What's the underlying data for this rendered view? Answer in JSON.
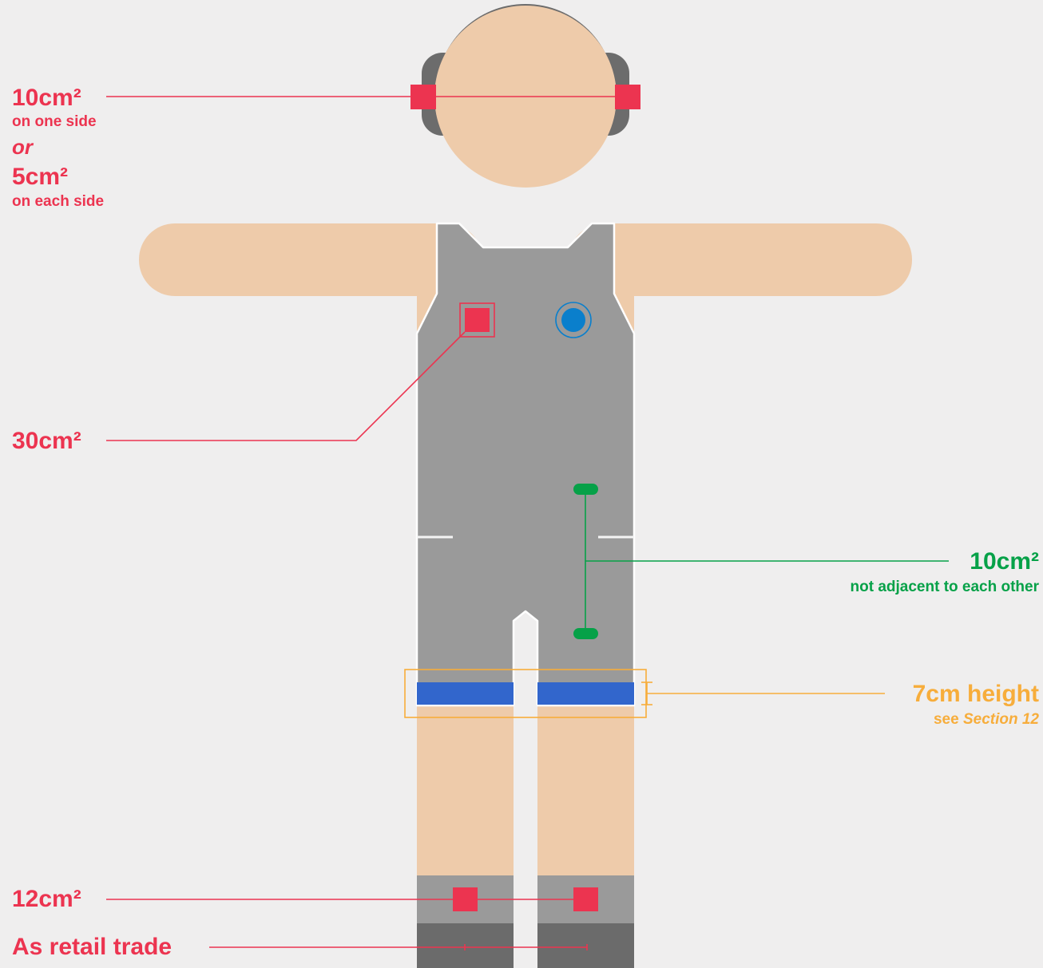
{
  "colors": {
    "background": "#efeeee",
    "skin": "#eecbaa",
    "singlet": "#9a9a9a",
    "headgear": "#6c6c6c",
    "sock_band": "#6b6b6b",
    "red": "#ec3450",
    "green": "#06a148",
    "orange": "#f7ad3b",
    "blue_badge": "#0a7fcc",
    "blue_band": "#3266cc"
  },
  "headgear": {
    "size": "10cm²",
    "note1": "on one side",
    "or": "or",
    "alt_size": "5cm²",
    "note2": "on each side"
  },
  "chest": {
    "size": "30cm²"
  },
  "hip": {
    "size": "10cm²",
    "note": "not adjacent to each other"
  },
  "band": {
    "size": "7cm height",
    "see": "see",
    "section": "Section 12"
  },
  "socks": {
    "size": "12cm²"
  },
  "shoes": {
    "label": "As retail trade"
  }
}
